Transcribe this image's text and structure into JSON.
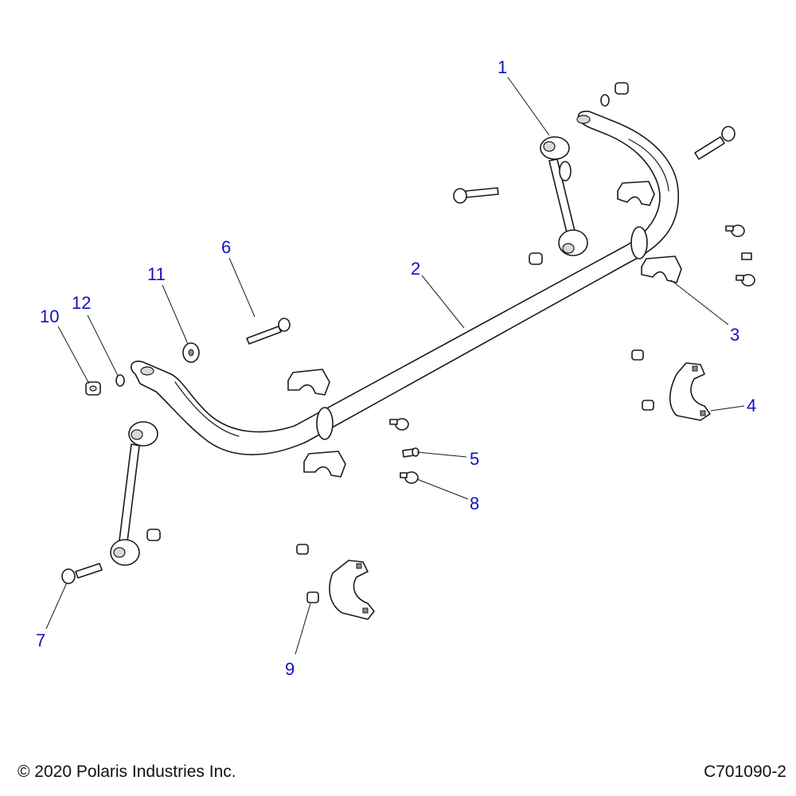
{
  "callouts": [
    {
      "id": "callout-1",
      "label": "1"
    },
    {
      "id": "callout-2",
      "label": "2"
    },
    {
      "id": "callout-3",
      "label": "3"
    },
    {
      "id": "callout-4",
      "label": "4"
    },
    {
      "id": "callout-5",
      "label": "5"
    },
    {
      "id": "callout-6",
      "label": "6"
    },
    {
      "id": "callout-7",
      "label": "7"
    },
    {
      "id": "callout-8",
      "label": "8"
    },
    {
      "id": "callout-9",
      "label": "9"
    },
    {
      "id": "callout-10",
      "label": "10"
    },
    {
      "id": "callout-11",
      "label": "11"
    },
    {
      "id": "callout-12",
      "label": "12"
    }
  ],
  "footer": {
    "copyright": "© 2020 Polaris Industries Inc.",
    "figure_id": "C701090-2"
  },
  "colors": {
    "callout_text": "#1010c8",
    "line_art": "#1a1a1a",
    "background": "#ffffff"
  }
}
